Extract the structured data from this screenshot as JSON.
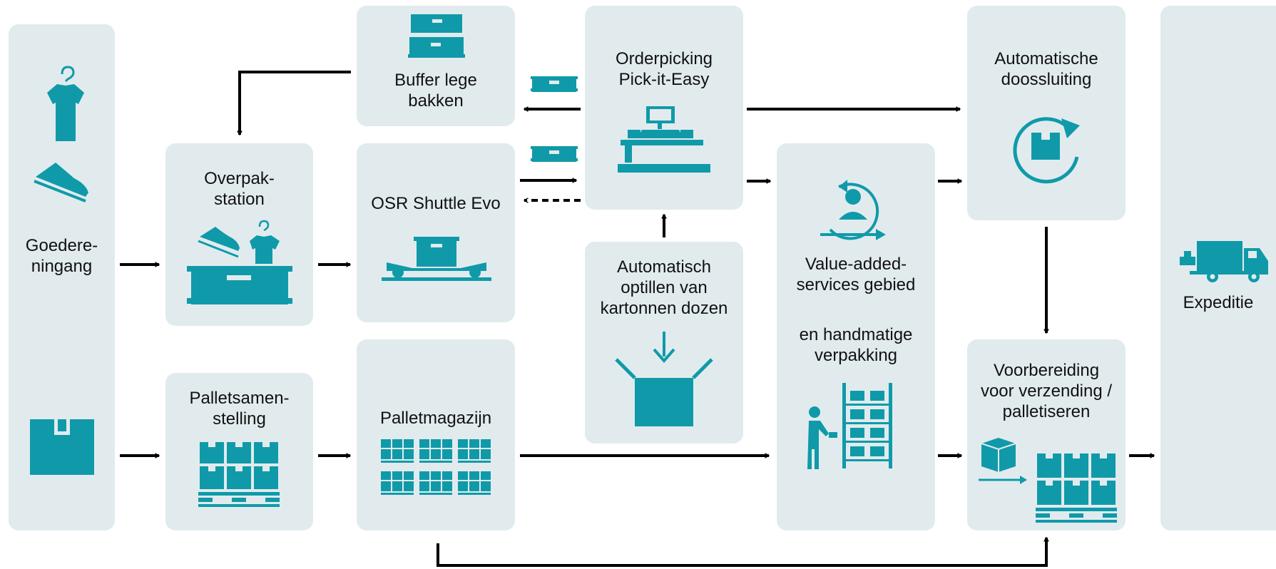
{
  "colors": {
    "box_bg": "#e1ebee",
    "teal": "#109aa9",
    "arrow": "#000000",
    "text": "#111111"
  },
  "nodes": {
    "goederen": {
      "lines": [
        "Goedere-",
        "ningang"
      ],
      "icons": [
        "shirt-icon",
        "shoe-icon",
        "box-icon"
      ]
    },
    "overpak": {
      "lines": [
        "Overpak-",
        "station"
      ],
      "icons": [
        "shoe-icon",
        "shirt-icon",
        "crate-icon"
      ]
    },
    "palletsamen": {
      "lines": [
        "Palletsamen-",
        "stelling"
      ],
      "icons": [
        "pallet-boxes-icon"
      ]
    },
    "buffer": {
      "lines": [
        "Buffer lege",
        "bakken"
      ],
      "icons": [
        "stacked-bins-icon"
      ]
    },
    "osr": {
      "lines": [
        "OSR Shuttle Evo"
      ],
      "icons": [
        "shuttle-icon"
      ]
    },
    "palletmag": {
      "lines": [
        "Palletmagazijn"
      ],
      "icons": [
        "pallet-grid-icon"
      ]
    },
    "orderpicking": {
      "lines": [
        "Orderpicking",
        "Pick-it-Easy"
      ],
      "icons": [
        "picking-station-icon"
      ]
    },
    "optillen": {
      "lines": [
        "Automatisch",
        "optillen van",
        "kartonnen dozen"
      ],
      "icons": [
        "open-carton-icon"
      ]
    },
    "vas": {
      "lines": [
        "Value-added-",
        "services gebied",
        "",
        "en handmatige",
        "verpakking"
      ],
      "icons": [
        "person-cycle-icon",
        "worker-shelf-icon"
      ]
    },
    "doossluiting": {
      "lines": [
        "Automatische",
        "doossluiting"
      ],
      "icons": [
        "box-rotate-icon"
      ]
    },
    "voorbereiding": {
      "lines": [
        "Voorbereiding",
        "voor verzending /",
        "palletiseren"
      ],
      "icons": [
        "parcel-icon",
        "pallet-boxes-icon"
      ]
    },
    "expeditie": {
      "lines": [
        "Expeditie"
      ],
      "icons": [
        "truck-icon"
      ]
    }
  },
  "flows": [
    {
      "from": "goederen",
      "to": "overpak",
      "style": "solid"
    },
    {
      "from": "goederen",
      "to": "palletsamen",
      "style": "solid"
    },
    {
      "from": "buffer",
      "to": "overpak",
      "style": "solid"
    },
    {
      "from": "overpak",
      "to": "osr",
      "style": "solid"
    },
    {
      "from": "palletsamen",
      "to": "palletmag",
      "style": "solid"
    },
    {
      "from": "orderpicking",
      "to": "buffer",
      "style": "solid"
    },
    {
      "from": "osr",
      "to": "orderpicking",
      "style": "solid"
    },
    {
      "from": "orderpicking",
      "to": "osr",
      "style": "dashed"
    },
    {
      "from": "optillen",
      "to": "orderpicking",
      "style": "solid"
    },
    {
      "from": "orderpicking",
      "to": "doossluiting",
      "style": "solid"
    },
    {
      "from": "orderpicking",
      "to": "vas",
      "style": "solid"
    },
    {
      "from": "palletmag",
      "to": "vas",
      "style": "solid"
    },
    {
      "from": "palletmag",
      "to": "voorbereiding",
      "style": "solid"
    },
    {
      "from": "vas",
      "to": "doossluiting",
      "style": "solid"
    },
    {
      "from": "vas",
      "to": "voorbereiding",
      "style": "solid"
    },
    {
      "from": "doossluiting",
      "to": "voorbereiding",
      "style": "solid"
    },
    {
      "from": "voorbereiding",
      "to": "expeditie",
      "style": "solid"
    }
  ]
}
